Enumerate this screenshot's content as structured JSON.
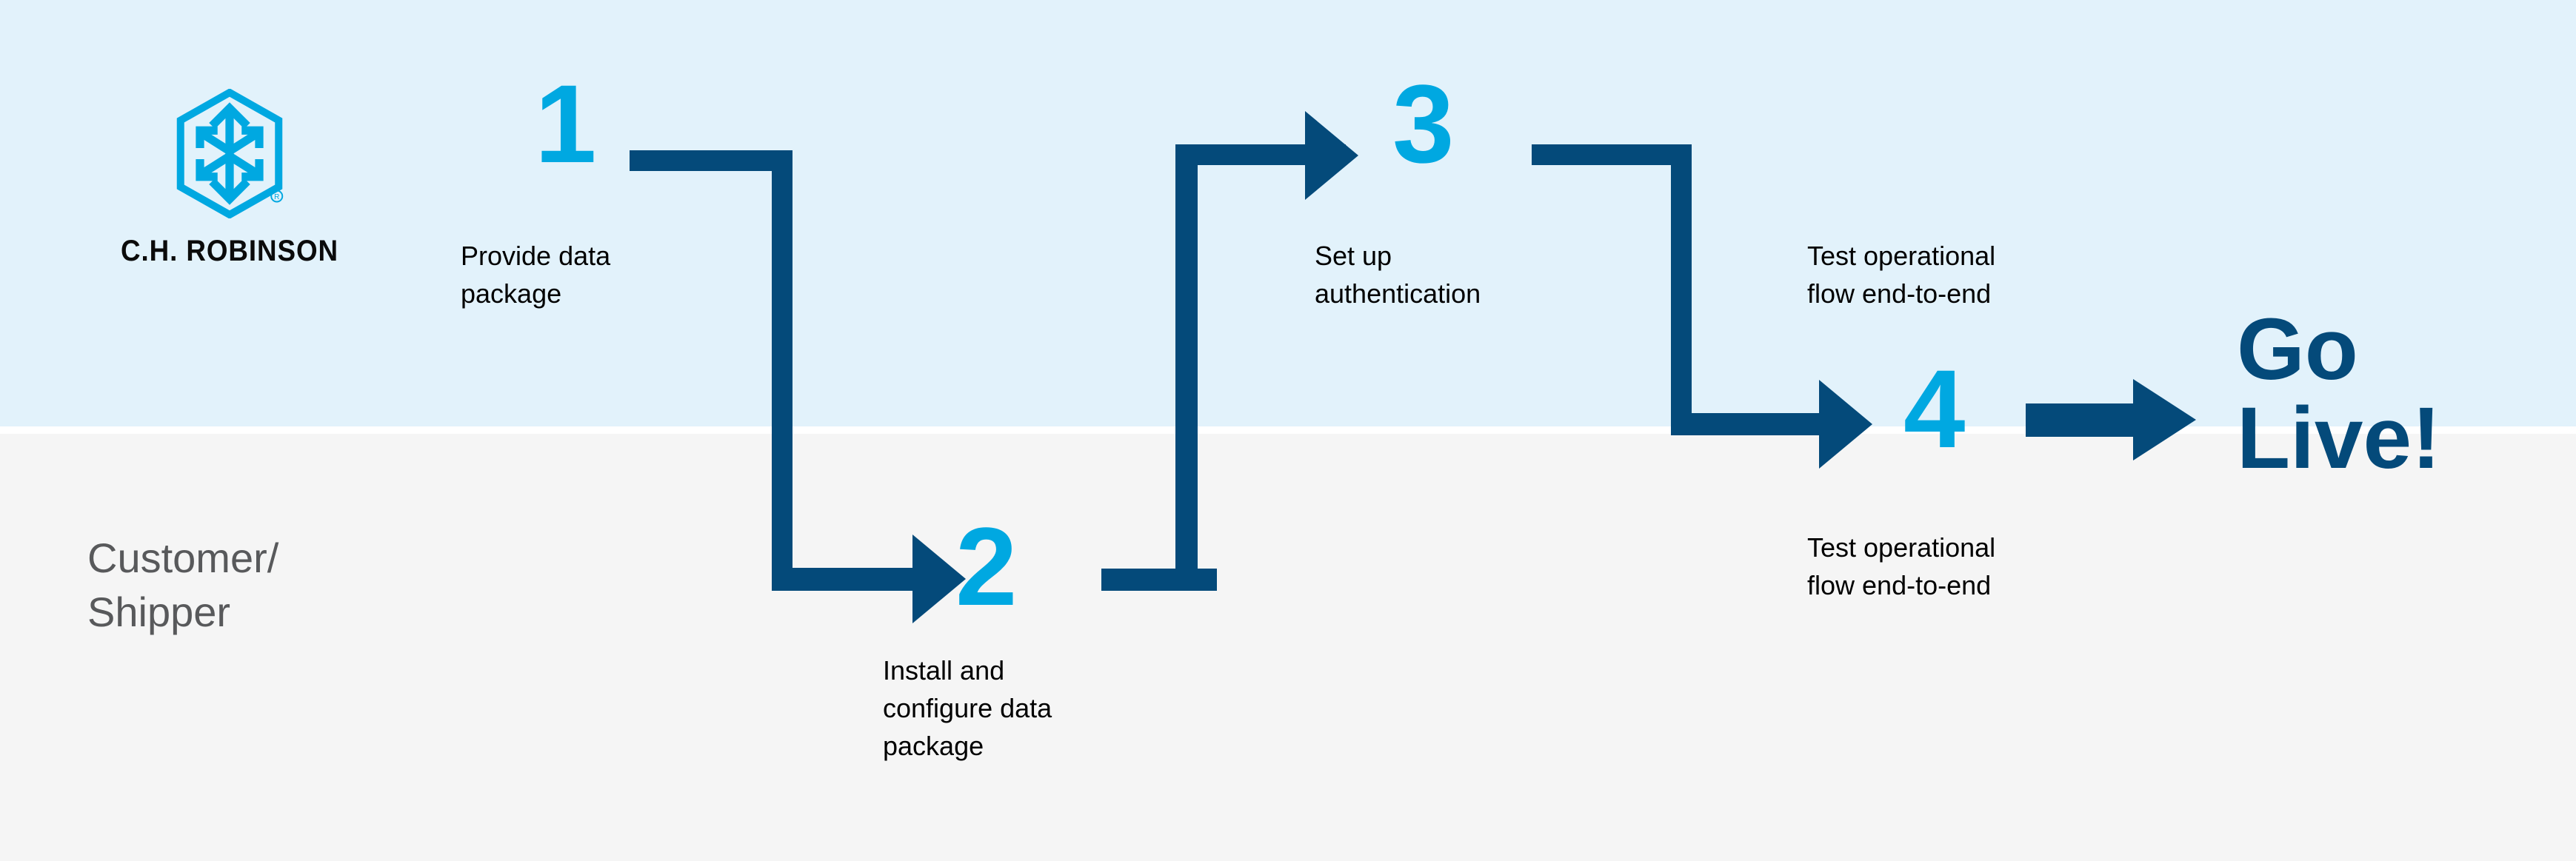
{
  "bands": {
    "top_color": "#e2f2fb",
    "bottom_color": "#f5f5f5"
  },
  "colors": {
    "accent_cyan": "#00a8e1",
    "dark_blue": "#044a7a",
    "logo_blue": "#00a8e1",
    "lane_label_gray": "#58595b",
    "body_text": "#000000"
  },
  "brand": {
    "logo_icon": "hexagon-cube-arrows-icon",
    "wordmark": "C.H. ROBINSON",
    "registered_mark": "®"
  },
  "lane": {
    "label_line1": "Customer/",
    "label_line2": "Shipper"
  },
  "steps": [
    {
      "number": "1",
      "caption_line1": "Provide data",
      "caption_line2": "package",
      "caption_line3": ""
    },
    {
      "number": "2",
      "caption_line1": "Install and",
      "caption_line2": "configure data",
      "caption_line3": "package"
    },
    {
      "number": "3",
      "caption_line1": "Set up",
      "caption_line2": "authentication",
      "caption_line3": ""
    },
    {
      "number": "",
      "caption_line1": "Test operational",
      "caption_line2": "flow end-to-end",
      "caption_line3": ""
    },
    {
      "number": "4",
      "caption_line1": "Test operational",
      "caption_line2": "flow end-to-end",
      "caption_line3": ""
    }
  ],
  "outcome": {
    "line1": "Go",
    "line2": "Live!"
  }
}
